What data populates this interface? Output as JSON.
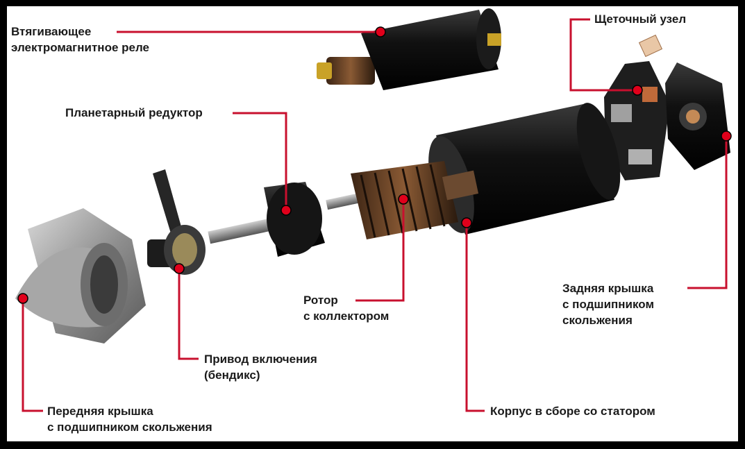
{
  "labels": {
    "solenoid": [
      "Втягивающее",
      "электромагнитное реле"
    ],
    "brush": "Щеточный узел",
    "planetary": "Планетарный редуктор",
    "rotor": [
      "Ротор",
      "с коллектором"
    ],
    "rear_cover": [
      "Задняя крышка",
      "с подшипником",
      "скольжения"
    ],
    "drive": [
      "Привод включения",
      "(бендикс)"
    ],
    "front_cover": [
      "Передняя крышка",
      "с подшипником скольжения"
    ],
    "housing": "Корпус в сборе со статором"
  },
  "colors": {
    "leader": "#c8102e",
    "marker": "#e0001b",
    "frame": "#000000",
    "background": "#ffffff",
    "text": "#1a1a1a"
  }
}
